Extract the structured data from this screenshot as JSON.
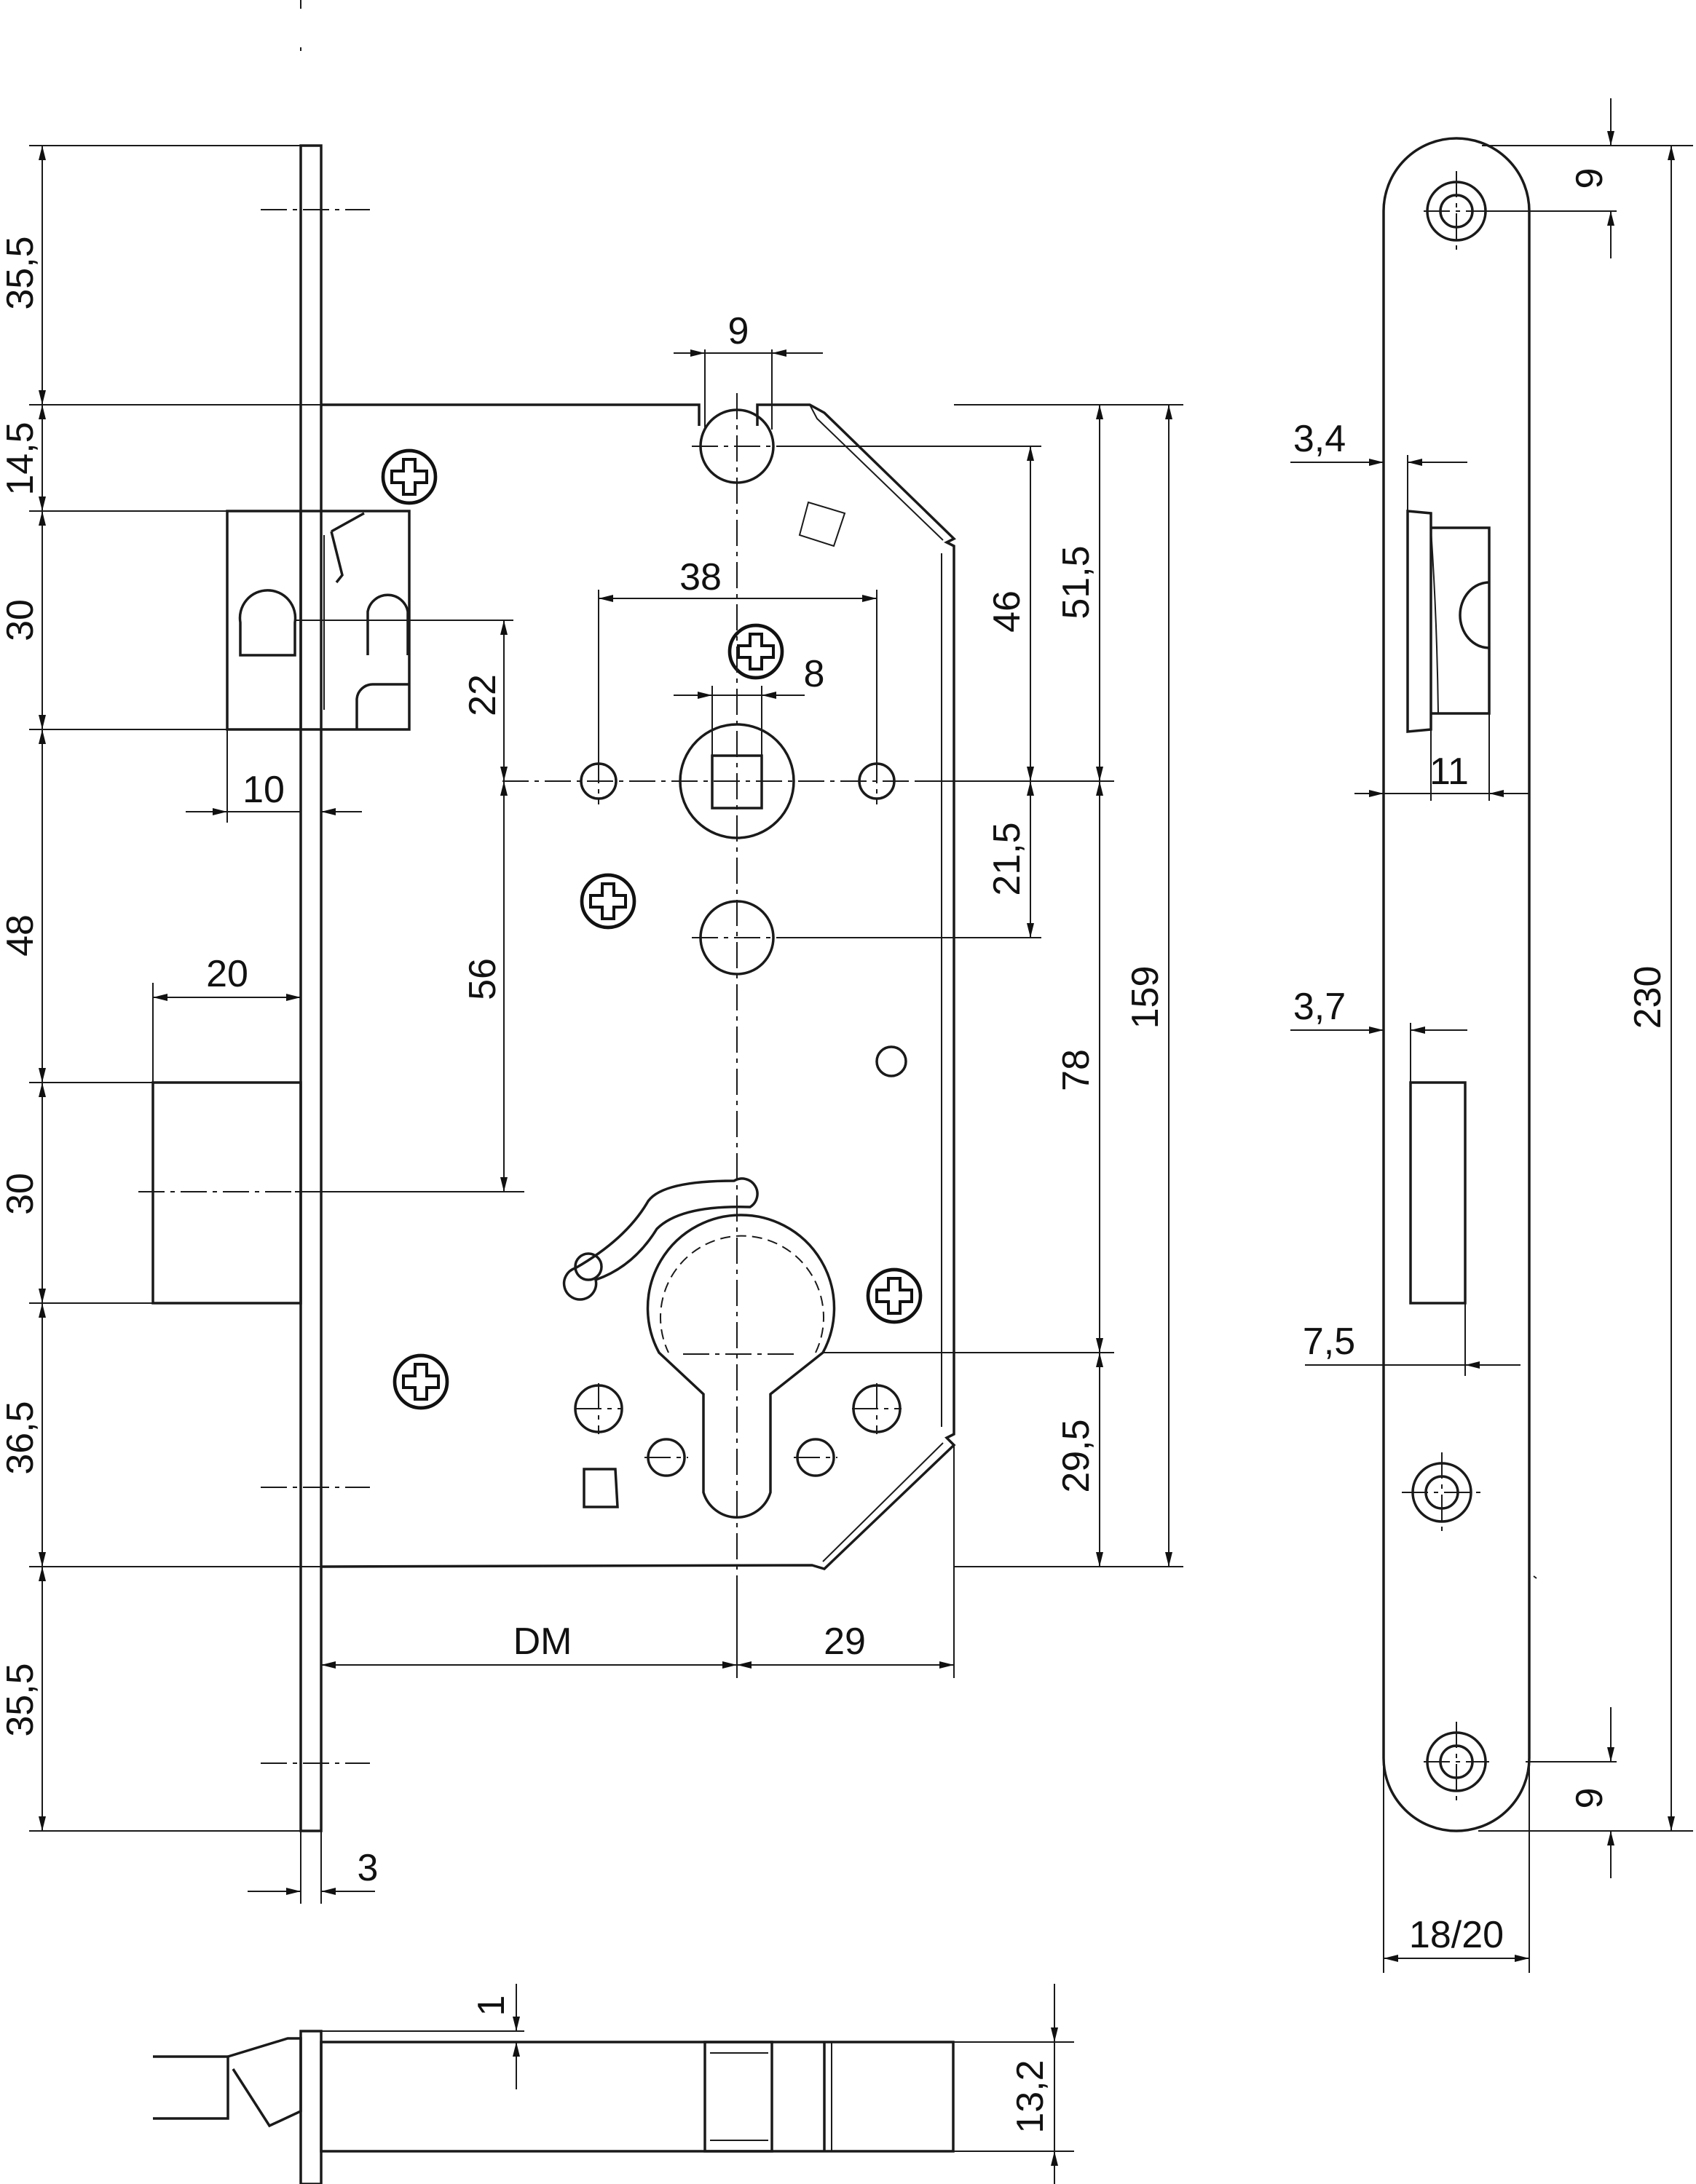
{
  "dimensions": {
    "faceplate_top": "35,5",
    "latch_top": "14,5",
    "latch_height": "30",
    "gap_latch_bolt": "48",
    "bolt_height": "30",
    "lower_case": "36,5",
    "faceplate_bottom": "35,5",
    "latch_projection": "10",
    "bolt_projection": "20",
    "faceplate_thickness": "3",
    "spindle_slot": "9",
    "handle_holes": "38",
    "spindle_square": "8",
    "latch_to_spindle": "22",
    "spindle_to_bolt": "56",
    "top_to_spindle": "46",
    "case_to_spindle": "51,5",
    "spindle_to_hole": "21,5",
    "spindle_to_cylinder": "78",
    "case_height": "159",
    "cylinder_to_bottom": "29,5",
    "backset": "DM",
    "case_depth": "29",
    "strike_top_hole": "9",
    "strike_latch_offset": "3,4",
    "strike_latch_width": "11",
    "strike_bolt_offset": "3,7",
    "strike_bolt_width": "7,5",
    "strike_height": "230",
    "strike_bottom_hole": "9",
    "strike_width": "18/20",
    "edge_offset": "1",
    "edge_height": "13,2"
  },
  "icons": {
    "screw": "phillips-screw-icon"
  }
}
